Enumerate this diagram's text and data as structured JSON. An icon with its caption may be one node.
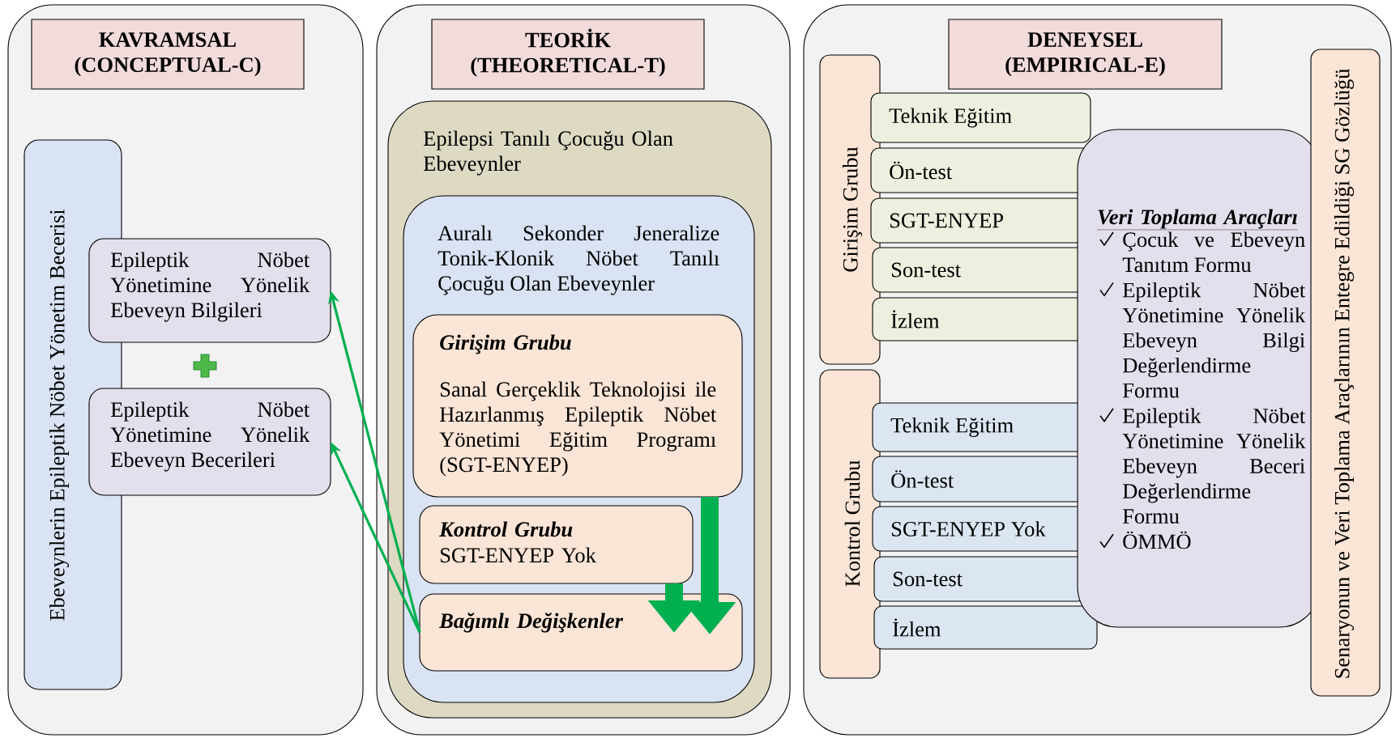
{
  "diagram": {
    "nodes": [
      {
        "text": [],
        "shape": "box"
      },
      {
        "text": [
          "KAVRAMSAL (CONCEPTUAL-C)"
        ],
        "in": 0
      },
      {
        "text": [
          "Ebeveynlerin Epileptik Nöbet Yönetim Becerisi"
        ],
        "in": 0
      },
      {
        "text": [
          "Epileptik Nöbet Yönetimine Yönelik Ebeveyn Bilgileri"
        ],
        "in": 0
      },
      {
        "text": [
          "Epileptik Nöbet Yönetimine Yönelik Ebeveyn Becerileri"
        ],
        "in": 0
      },
      {
        "text": [],
        "shape": "box"
      },
      {
        "text": [
          "TEORİK (THEORETICAL-T)"
        ],
        "in": 5
      },
      {
        "text": [
          "Epilepsi Tanılı Çocuğu Olan Ebeveynler"
        ],
        "in": 5
      },
      {
        "text": [
          "Auralı Sekonder Jeneralize Tonik-Klonik Nöbet Tanılı Çocuğu Olan Ebeveynler"
        ],
        "in": 7
      },
      {
        "text": [
          "Girişim Grubu",
          "Sanal Gerçeklik Teknolojisi ile Hazırlanmış Epileptik Nöbet Yönetimi Eğitim Programı (SGT-ENYEP)"
        ],
        "in": 8
      },
      {
        "text": [
          "Kontrol Grubu",
          "SGT-ENYEP Yok"
        ],
        "in": 8
      },
      {
        "text": [
          "Bağımlı Değişkenler"
        ],
        "in": 8
      },
      {
        "text": [],
        "shape": "box"
      },
      {
        "text": [
          "DENEYSEL (EMPIRICAL-E)"
        ],
        "in": 12
      },
      {
        "text": [
          "Girişim Grubu"
        ],
        "in": 12
      },
      {
        "text": [
          "Teknik Eğitim"
        ],
        "in": 12
      },
      {
        "text": [
          "Ön-test"
        ],
        "in": 12
      },
      {
        "text": [
          "SGT-ENYEP"
        ],
        "in": 12
      },
      {
        "text": [
          "Son-test"
        ],
        "in": 12
      },
      {
        "text": [
          "İzlem"
        ],
        "in": 12
      },
      {
        "text": [
          "Kontrol Grubu"
        ],
        "in": 12
      },
      {
        "text": [
          "Teknik Eğitim"
        ],
        "in": 12
      },
      {
        "text": [
          "Ön-test"
        ],
        "in": 12
      },
      {
        "text": [
          "SGT-ENYEP Yok"
        ],
        "in": 12
      },
      {
        "text": [
          "Son-test"
        ],
        "in": 12
      },
      {
        "text": [
          "İzlem"
        ],
        "in": 12
      },
      {
        "text": [
          "Veri Toplama Araçları",
          "Çocuk ve Ebeveyn Tanıtım Formu",
          "Epileptik Nöbet Yönetimine Yönelik Ebeveyn Bilgi Değerlendirme Formu",
          "Epileptik Nöbet Yönetimine Yönelik Ebeveyn Beceri Değerlendirme Formu",
          "ÖMMÖ"
        ],
        "in": 12
      },
      {
        "text": [
          "Senaryonun ve Veri Toplama Araçlarının Entegre Edildiği SG Gözlüğü"
        ],
        "in": 12
      }
    ],
    "edges": [
      {
        "from": 11,
        "to": 3,
        "arrow": "to"
      },
      {
        "from": 11,
        "to": 4,
        "arrow": "to"
      },
      {
        "from": 9,
        "to": 11,
        "arrow": "to",
        "style": "thick"
      },
      {
        "from": 10,
        "to": 11,
        "arrow": "to",
        "style": "thick"
      }
    ]
  }
}
